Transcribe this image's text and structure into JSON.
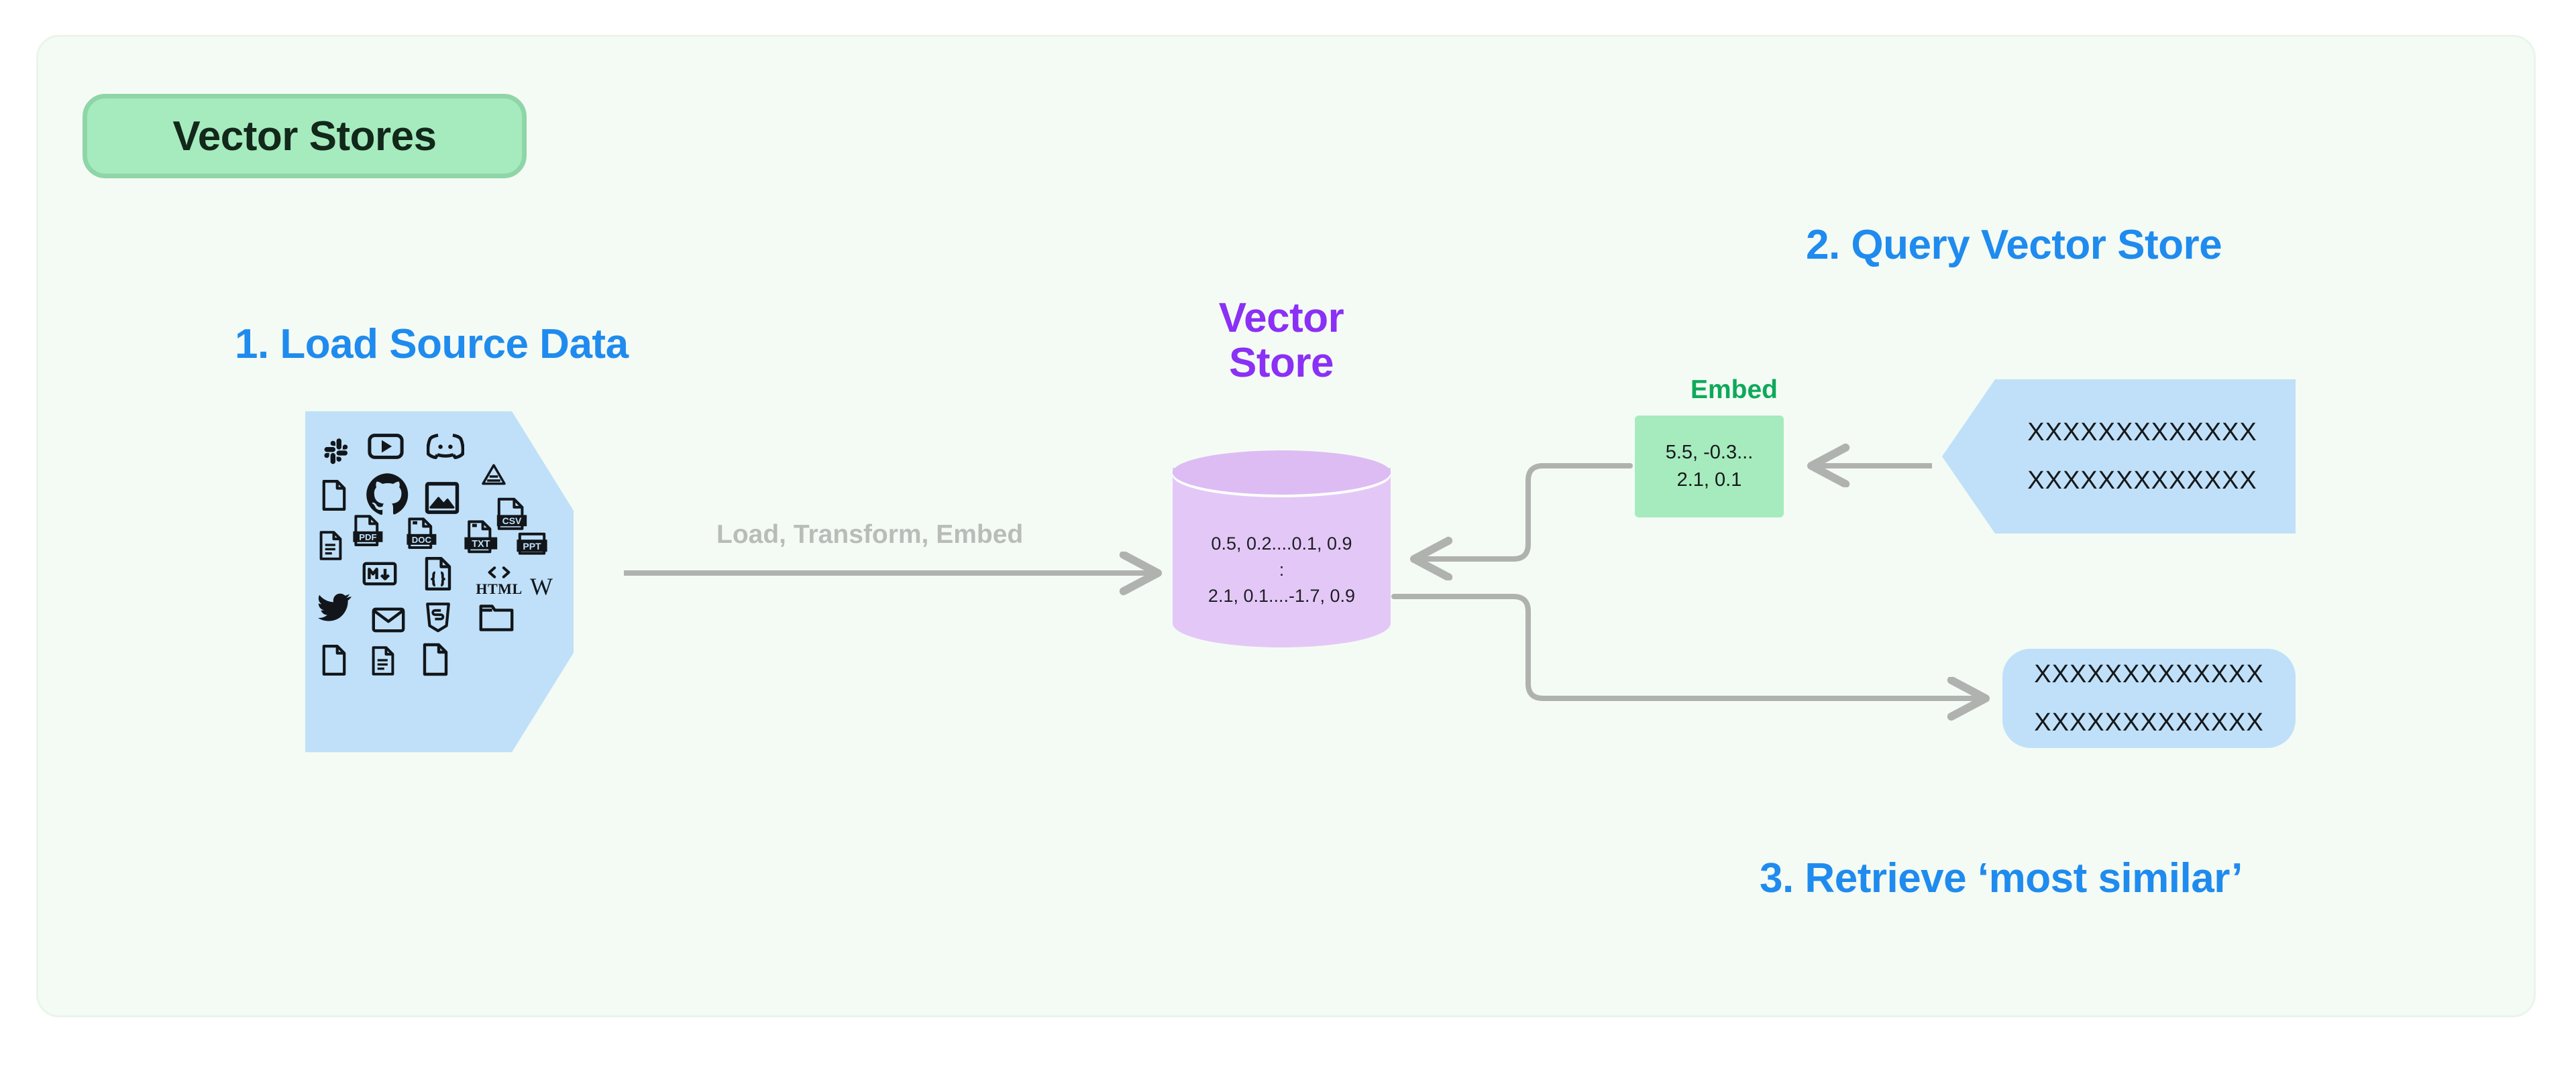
{
  "badge": {
    "label": "Vector Stores"
  },
  "steps": [
    {
      "label": "1. Load Source Data"
    },
    {
      "label": "2. Query Vector Store"
    },
    {
      "label": "3. Retrieve ‘most similar’"
    }
  ],
  "vector_store": {
    "title_line1": "Vector",
    "title_line2": "Store",
    "rows": [
      "0.5, 0.2....0.1, 0.9",
      ":",
      "2.1, 0.1....-1.7, 0.9"
    ]
  },
  "pipeline_arrow": {
    "label": "Load, Transform, Embed"
  },
  "embed": {
    "label": "Embed",
    "rows": [
      "5.5, -0.3...",
      "2.1, 0.1"
    ]
  },
  "query": {
    "rows": [
      "XXXXXXXXXXXXX",
      "XXXXXXXXXXXXX"
    ]
  },
  "retrieve": {
    "rows": [
      "XXXXXXXXXXXXX",
      "XXXXXXXXXXXXX"
    ]
  },
  "source_icons": [
    {
      "name": "slack-icon"
    },
    {
      "name": "youtube-icon"
    },
    {
      "name": "discord-icon"
    },
    {
      "name": "document-blank-icon"
    },
    {
      "name": "github-icon"
    },
    {
      "name": "image-icon"
    },
    {
      "name": "google-drive-icon"
    },
    {
      "name": "csv-file-icon"
    },
    {
      "name": "document-lines-icon"
    },
    {
      "name": "pdf-file-icon"
    },
    {
      "name": "doc-file-icon"
    },
    {
      "name": "txt-file-icon"
    },
    {
      "name": "ppt-file-icon"
    },
    {
      "name": "markdown-icon"
    },
    {
      "name": "json-file-icon"
    },
    {
      "name": "html-icon",
      "text": "HTML"
    },
    {
      "name": "wikipedia-icon",
      "text": "W"
    },
    {
      "name": "twitter-icon"
    },
    {
      "name": "email-icon"
    },
    {
      "name": "css3-icon"
    },
    {
      "name": "folder-icon"
    },
    {
      "name": "document-blank-icon-2"
    },
    {
      "name": "document-lines-icon-2"
    },
    {
      "name": "document-blank-icon-3"
    }
  ],
  "colors": {
    "canvas": "#ffffff",
    "card_bg": "#f4fbf4",
    "badge_fill": "#a6ebbe",
    "badge_border": "#8ed6a7",
    "step_blue": "#1f8bee",
    "vector_purple": "#8b30f5",
    "cylinder_fill": "#e3c8f7",
    "cylinder_top": "#ddbcf4",
    "source_blue": "#bfe0f8",
    "embed_green": "#0ea95a",
    "wire_gray": "#b0b2b0",
    "label_gray": "#b9bcb9"
  }
}
